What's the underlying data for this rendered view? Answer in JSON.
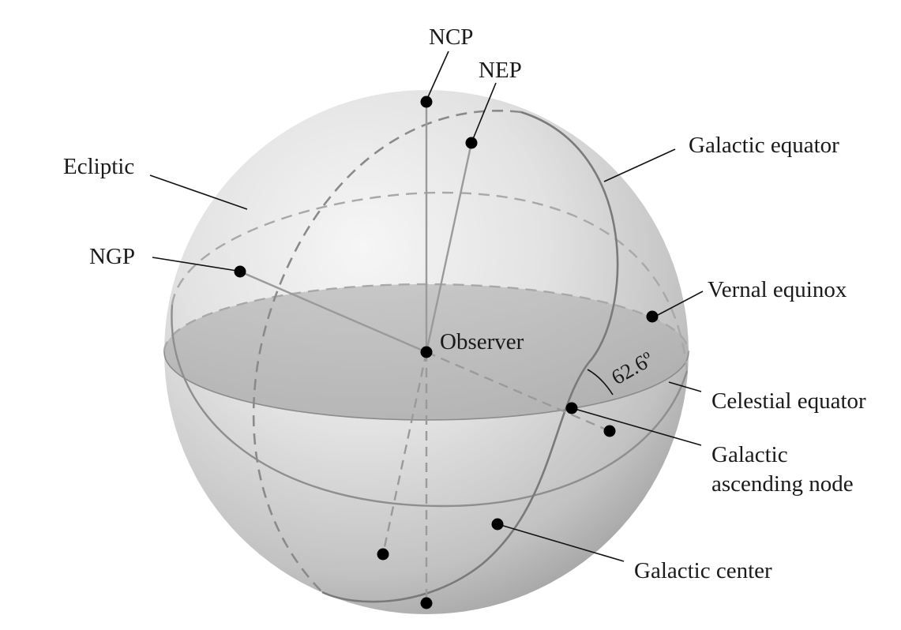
{
  "labels": {
    "ncp": "NCP",
    "nep": "NEP",
    "galactic_equator": "Galactic equator",
    "ecliptic": "Ecliptic",
    "ngp": "NGP",
    "vernal_equinox": "Vernal equinox",
    "observer": "Observer",
    "angle": "62.6º",
    "celestial_equator": "Celestial equator",
    "galactic_ascending_node_line1": "Galactic",
    "galactic_ascending_node_line2": "ascending node",
    "galactic_center": "Galactic center"
  },
  "colors": {
    "sphere_light": "#f5f5f5",
    "sphere_dark": "#9c9c9c",
    "equatorial_plane": "#a9a9a9",
    "lines": "#9a9a9a",
    "dots": "#000000",
    "text": "#1a1a1a"
  }
}
